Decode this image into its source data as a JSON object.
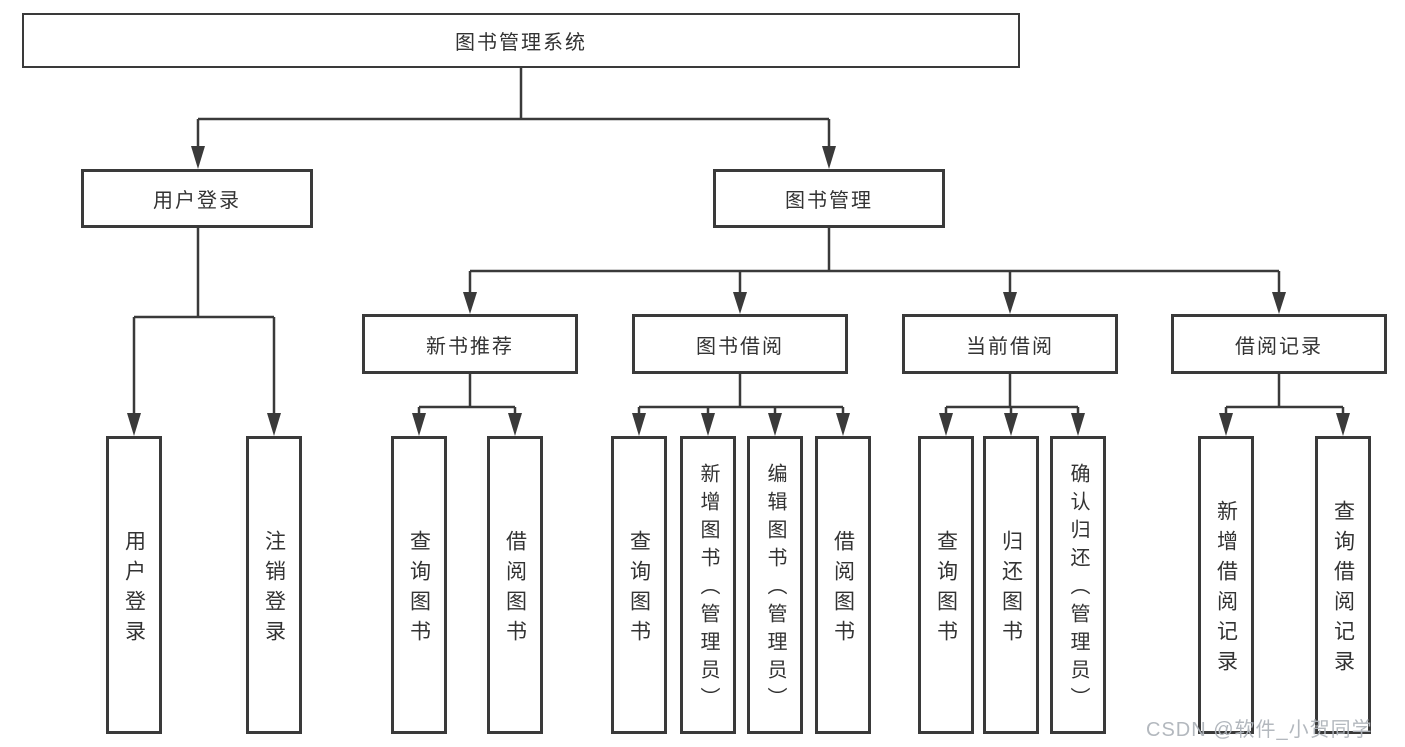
{
  "diagram": {
    "title_node": {
      "label": "图书管理系统"
    },
    "level1": [
      {
        "label": "用户登录"
      },
      {
        "label": "图书管理"
      }
    ],
    "level2": [
      {
        "label": "新书推荐"
      },
      {
        "label": "图书借阅"
      },
      {
        "label": "当前借阅"
      },
      {
        "label": "借阅记录"
      }
    ],
    "leaves": {
      "user_login": [
        {
          "label": "用户登录"
        },
        {
          "label": "注销登录"
        }
      ],
      "new_books": [
        {
          "label": "查询图书"
        },
        {
          "label": "借阅图书"
        }
      ],
      "book_borrow": [
        {
          "label": "查询图书"
        },
        {
          "label": "新增图书（管理员）"
        },
        {
          "label": "编辑图书（管理员）"
        },
        {
          "label": "借阅图书"
        }
      ],
      "current_borrow": [
        {
          "label": "查询图书"
        },
        {
          "label": "归还图书"
        },
        {
          "label": "确认归还（管理员）"
        }
      ],
      "borrow_records": [
        {
          "label": "新增借阅记录"
        },
        {
          "label": "查询借阅记录"
        }
      ]
    },
    "watermark": "CSDN @软件_小贺同学",
    "colors": {
      "line": "#3a3a3a",
      "text": "#333333",
      "background": "#ffffff",
      "watermark": "#afb4ba"
    }
  }
}
